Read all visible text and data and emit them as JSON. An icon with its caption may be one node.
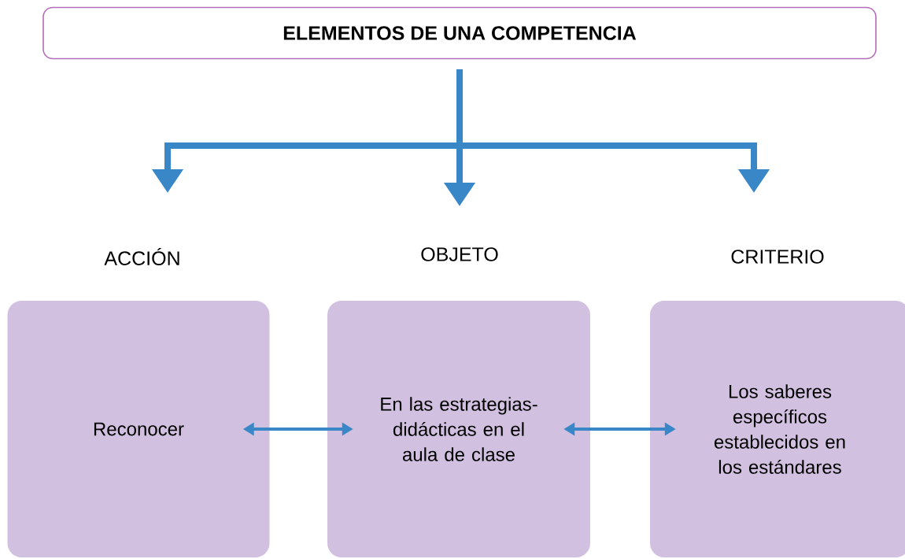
{
  "diagram": {
    "nodes": [
      {
        "text": [
          "ELEMENTOS DE UNA COMPETENCIA"
        ]
      },
      {
        "text": [
          "ACCIÓN"
        ]
      },
      {
        "text": [
          "OBJETO"
        ]
      },
      {
        "text": [
          "CRITERIO"
        ]
      },
      {
        "text": [
          "Reconocer"
        ]
      },
      {
        "text": [
          "En las estrategias-didácticas en el aula de clase"
        ]
      },
      {
        "text": [
          "Los saberes específicos establecidos en los estándares"
        ]
      }
    ],
    "edges": [
      {
        "from": 0,
        "to": 1,
        "arrow": "to"
      },
      {
        "from": 0,
        "to": 2,
        "arrow": "to"
      },
      {
        "from": 0,
        "to": 3,
        "arrow": "to"
      },
      {
        "from": 4,
        "to": 5,
        "arrow": "both"
      },
      {
        "from": 5,
        "to": 6,
        "arrow": "both"
      }
    ]
  }
}
